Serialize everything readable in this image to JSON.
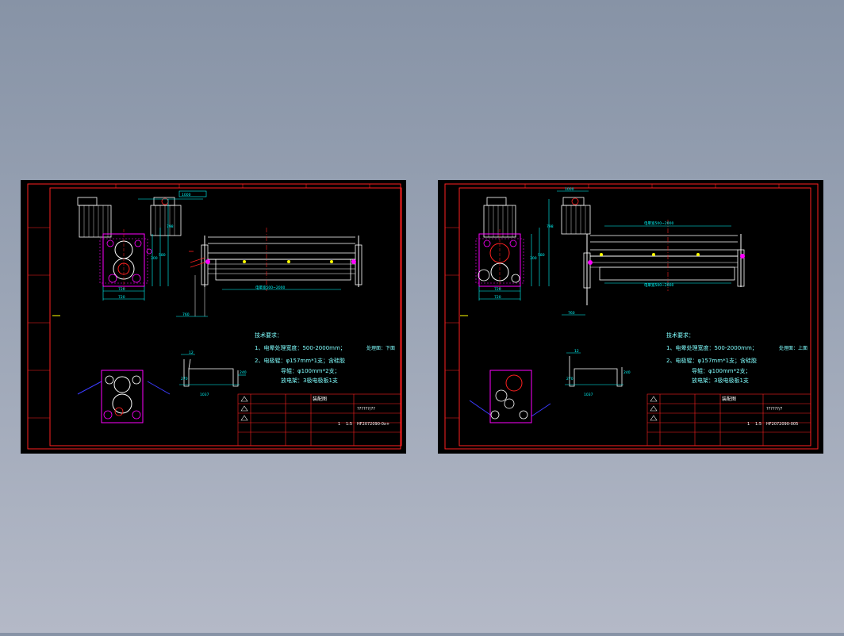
{
  "colors": {
    "sheet": "#000000",
    "frame": "#ff2020",
    "dimension": "#00ffff",
    "equipment": "#ffffff",
    "magenta": "#ff00ff",
    "yellow": "#ffff00",
    "note": "#80ffff"
  },
  "sheets": [
    {
      "id": "left",
      "top_dims": [
        "1000",
        "760"
      ],
      "side_dims": [
        "580",
        "300",
        "798"
      ],
      "bottom_dims": [
        "720",
        "720"
      ],
      "width_label": "电晕宽500~2000",
      "detail_dims": [
        "12",
        "270",
        "240",
        "1037"
      ],
      "notes": {
        "title": "技术要求：",
        "line1": "1、电晕处理宽度：500-2000mm；",
        "line1_side": "处理面：下面",
        "line2": "2、电极辊：φ157mm*1支；含硅胶",
        "line3": "导辊：φ100mm*2支；",
        "line4": "放电架：3极电极板1支"
      },
      "title_block": {
        "name": "装配图",
        "code": "??????/??",
        "scale": "1:5",
        "count": "1",
        "drawing_no": "HF2072090-0x+"
      }
    },
    {
      "id": "right",
      "top_dims": [
        "1000",
        "760"
      ],
      "side_dims": [
        "580",
        "300",
        "798"
      ],
      "bottom_dims": [
        "720",
        "720"
      ],
      "width_label_top": "电晕宽500~2000",
      "width_label_bottom": "电晕宽500~2000",
      "detail_dims": [
        "12",
        "270",
        "240",
        "1037"
      ],
      "notes": {
        "title": "技术要求：",
        "line1": "1、电晕处理宽度：500-2000mm；",
        "line1_side": "处理面：上面",
        "line2": "2、电极辊：φ157mm*1支；含硅胶",
        "line3": "导辊：φ100mm*2支；",
        "line4": "放电架：3极电极板1支"
      },
      "title_block": {
        "name": "装配图",
        "code": "??????/?",
        "scale": "1:5",
        "count": "1",
        "drawing_no": "HF2072090-005"
      }
    }
  ]
}
